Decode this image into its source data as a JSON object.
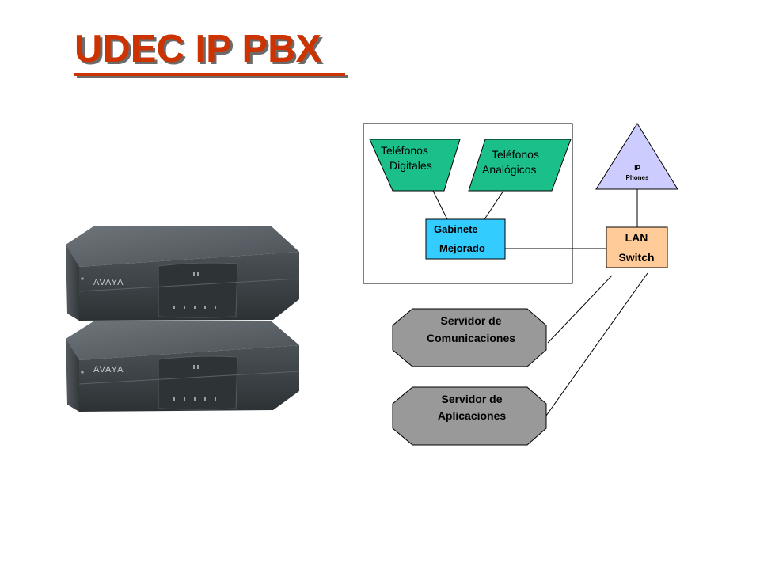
{
  "title": "UDEC IP PBX",
  "colors": {
    "title": "#cc3300",
    "phone_shape": "#1bbf8a",
    "gabinete": "#33ccff",
    "lan_switch": "#ffcc99",
    "ip_phones": "#ccccff",
    "server": "#999999",
    "device_body": "#3d4347"
  },
  "nodes": {
    "digitales": {
      "line1": "Teléfonos",
      "line2": "Digitales"
    },
    "analogicos": {
      "line1": "Teléfonos",
      "line2": "Analógicos"
    },
    "gabinete": {
      "line1": "Gabinete",
      "line2": "Mejorado"
    },
    "ip_phones": {
      "line1": "IP",
      "line2": "Phones"
    },
    "lan_switch": {
      "line1": "LAN",
      "line2": "Switch"
    },
    "server_comm": {
      "line1": "Servidor de",
      "line2": "Comunicaciones"
    },
    "server_apps": {
      "line1": "Servidor de",
      "line2": "Aplicaciones"
    }
  },
  "device": {
    "brand": "AVAYA"
  }
}
